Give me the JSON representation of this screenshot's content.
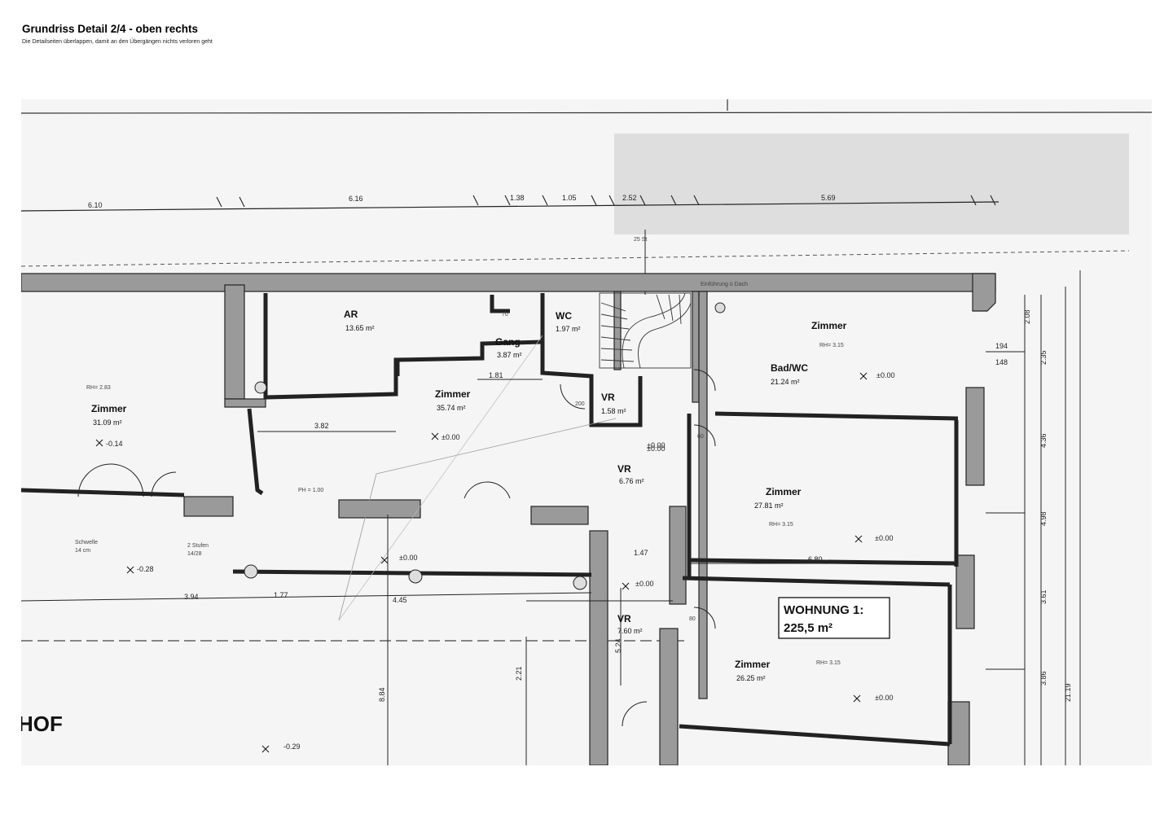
{
  "header": {
    "title": "Grundriss Detail 2/4 - oben rechts",
    "subtitle": "Die Detailseiten überlappen, damit an den Übergängen nichts verloren geht"
  },
  "plan": {
    "top_dimensions": [
      "6.10",
      "6.16",
      "1.38",
      "1.05",
      "2.52",
      "5.69"
    ],
    "stair_label": "25 St",
    "roof_note": "Einführung ü Dach",
    "rooms": [
      {
        "name": "AR",
        "area": "13.65 m²"
      },
      {
        "name": "WC",
        "area": "1.97 m²"
      },
      {
        "name": "Gang",
        "area": "3.87 m²"
      },
      {
        "name": "Zimmer",
        "area": "35.74 m²"
      },
      {
        "name": "VR",
        "area": "1.58 m²"
      },
      {
        "name": "Zimmer",
        "area": "31.09 m²",
        "height": "RH= 2.83"
      },
      {
        "name": "Zimmer",
        "height": "RH= 3.15"
      },
      {
        "name": "Bad/WC",
        "area": "21.24 m²"
      },
      {
        "name": "Zimmer",
        "area": "27.81 m²",
        "height": "RH= 3.15"
      },
      {
        "name": "VR",
        "area": "6.76 m²"
      },
      {
        "name": "VR",
        "area": "7.60 m²"
      },
      {
        "name": "Zimmer",
        "area": "26.25 m²",
        "height": "RH= 3.15"
      }
    ],
    "flat_title": "WOHNUNG 1:",
    "flat_area": "225,5 m²",
    "courtyard": "HOF",
    "levels": [
      "-0.14",
      "±0.00",
      "±0.00",
      "±0.00",
      "±0.00",
      "-0.28",
      "±0.00",
      "±0.00",
      "±0.00",
      "±0.00",
      "-0.29"
    ],
    "inner_dims": [
      "3.82",
      "1.81",
      "6.80",
      "3.94",
      "1.77",
      "4.45",
      "1.47",
      "8.84",
      "2.21",
      "5.24"
    ],
    "threshold": "Schwelle",
    "threshold_val": "14 cm",
    "steps": "2 Stufen",
    "steps_val": "14/28",
    "ph_label": "PH = 1.00",
    "right_dims": [
      "2.08",
      "2.35",
      "4.36",
      "4.98",
      "3.61",
      "3.86",
      "21.19",
      "194",
      "148"
    ],
    "door_sizes": [
      "70",
      "200",
      "80",
      "60"
    ]
  }
}
